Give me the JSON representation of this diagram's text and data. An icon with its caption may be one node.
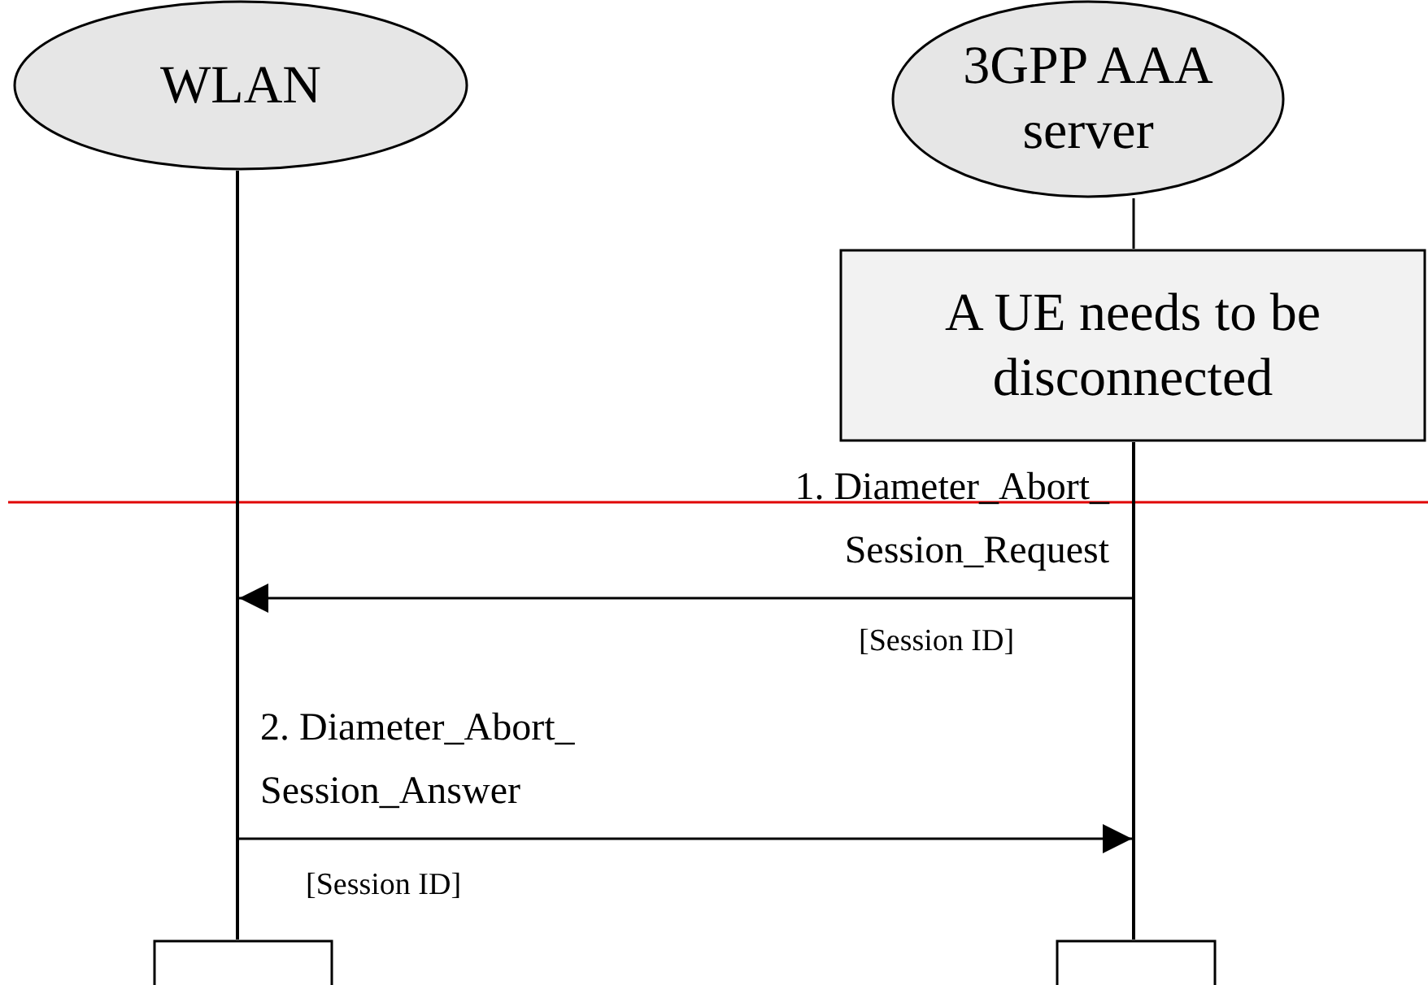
{
  "diagram": {
    "nodes": [
      {
        "text": [
          "WLAN"
        ]
      },
      {
        "text": [
          "3GPP AAA server"
        ]
      },
      {
        "text": [
          "A UE needs to be disconnected"
        ]
      },
      {
        "text": [],
        "shape": "box"
      },
      {
        "text": [],
        "shape": "box"
      },
      {
        "text": [],
        "shape": "bar"
      },
      {
        "text": [],
        "shape": "bar"
      }
    ],
    "edges": [
      {
        "from": 1,
        "to": 2,
        "arrow": "none"
      },
      {
        "from": 6,
        "to": 5,
        "arrow": "to",
        "label": "1. Diameter_Abort_ Session_Request"
      },
      {
        "from": 5,
        "to": 6,
        "arrow": "to",
        "label": "2. Diameter_Abort_ Session_Answer"
      }
    ],
    "labels": [
      "[Session ID]",
      "[Session ID]"
    ]
  }
}
